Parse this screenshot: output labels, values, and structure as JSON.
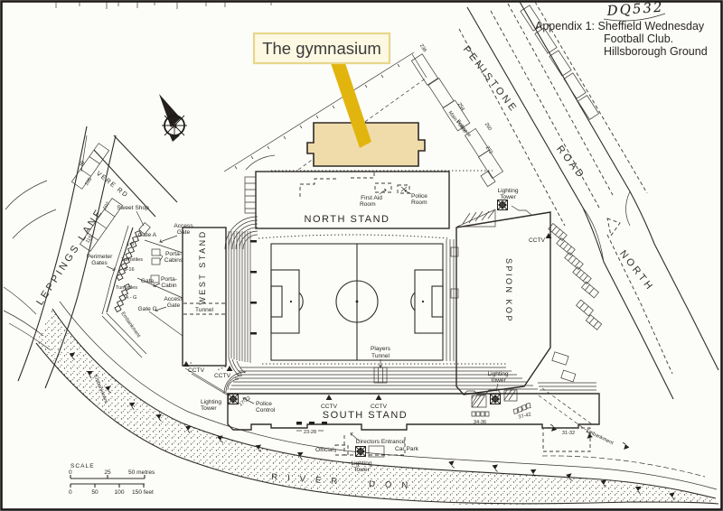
{
  "page": {
    "bg": "#fcfcf9",
    "ink": "#2f2c28"
  },
  "header": {
    "handwritten_ref": "DQ532",
    "appendix_line1": "Appendix 1: Sheffield Wednesday",
    "appendix_line2": "Football Club.",
    "appendix_line3": "Hillsborough Ground"
  },
  "callout": {
    "label": "The gymnasium",
    "box_bg": "#fdf8e2",
    "box_border": "#e6d78c",
    "arrow_color": "#e2b50e",
    "highlight_fill": "#f0dcab"
  },
  "compass": {
    "n": "N"
  },
  "stands": {
    "north": "NORTH STAND",
    "west": "WEST STAND",
    "south": "SOUTH STAND",
    "kop": "SPION KOP"
  },
  "labels": {
    "first_aid_l1": "First Aid",
    "first_aid_l2": "Room",
    "police_room_l1": "Police",
    "police_room_l2": "Room",
    "police_control_l1": "Police",
    "police_control_l2": "Control",
    "players_tunnel_l1": "Players",
    "players_tunnel_l2": "Tunnel",
    "tunnel": "Tunnel",
    "lighting_l1": "Lighting",
    "lighting_l2": "Tower",
    "cctv": "CCTV",
    "directors_entrance": "Directors Entrance",
    "official": "Official",
    "car_park": "Car Park",
    "sweet_shop": "Sweet Shop",
    "main_police_l1": "Main Police",
    "main_police_l2": "Entrance",
    "gate_a": "Gate A",
    "gate": "Gate",
    "gate_c": "Gate C",
    "access_l1": "Access",
    "access_l2": "Gate",
    "perimeter_l1": "Perimeter",
    "perimeter_l2": "Gates",
    "turnstiles": "Turnstiles",
    "porta_cabins_l1": "Porta-",
    "porta_cabins_l2": "Cabins",
    "porta_cabin_l1": "Porta-",
    "porta_cabin_l2": "Cabin",
    "embankment": "Embankment"
  },
  "turnstile_ranges": {
    "r1_8": "1-8",
    "r9_16": "9-16",
    "rA_G": "A - G",
    "r17_22": "17-22",
    "r23_28": "23-28",
    "r31_32": "31-32",
    "r34_36": "34-36",
    "r37_42": "37-42"
  },
  "roads": {
    "leppings": "LEPPINGS LANE",
    "vere": "VERE RD",
    "penistone": "PENISTONE",
    "road": "ROAD",
    "north": "NORTH"
  },
  "houses": {
    "h99": "99",
    "h105": "105",
    "h107": "107",
    "h115": "115",
    "h236": "236",
    "h254": "254",
    "h260": "260",
    "h272": "272"
  },
  "river": {
    "word1": "RIVER",
    "word2": "DON"
  },
  "scale": {
    "title": "SCALE",
    "m0": "0",
    "m25": "25",
    "m50": "50 metres",
    "f0": "0",
    "f50": "50",
    "f100": "100",
    "f150": "150 feet"
  }
}
